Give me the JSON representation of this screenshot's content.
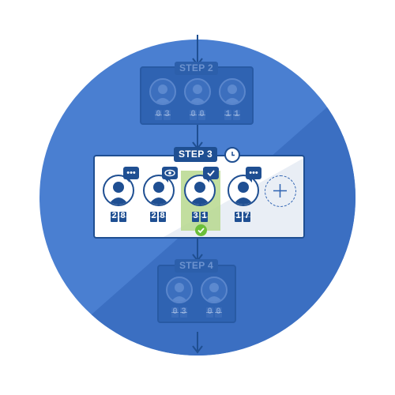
{
  "steps": [
    {
      "label": "STEP 2",
      "state": "inactive",
      "scores": [
        [
          "0",
          "3"
        ],
        [
          "0",
          "0"
        ],
        [
          "1",
          "1"
        ]
      ]
    },
    {
      "label": "STEP 3",
      "state": "active",
      "participants": [
        {
          "badge": "chat-icon",
          "score": [
            "2",
            "8"
          ]
        },
        {
          "badge": "eye-icon",
          "score": [
            "2",
            "8"
          ]
        },
        {
          "badge": "check-icon",
          "score": [
            "3",
            "1"
          ],
          "selected": true
        },
        {
          "badge": "chat-icon",
          "score": [
            "1",
            "7"
          ]
        }
      ]
    },
    {
      "label": "STEP 4",
      "state": "inactive",
      "scores": [
        [
          "0",
          "3"
        ],
        [
          "0",
          "0"
        ]
      ]
    }
  ],
  "colors": {
    "circle_light": "#4a7fd1",
    "circle_dark": "#3b6fc2",
    "accent": "#1f4f92",
    "selected": "#b7d88e",
    "success": "#6bbf3a"
  }
}
